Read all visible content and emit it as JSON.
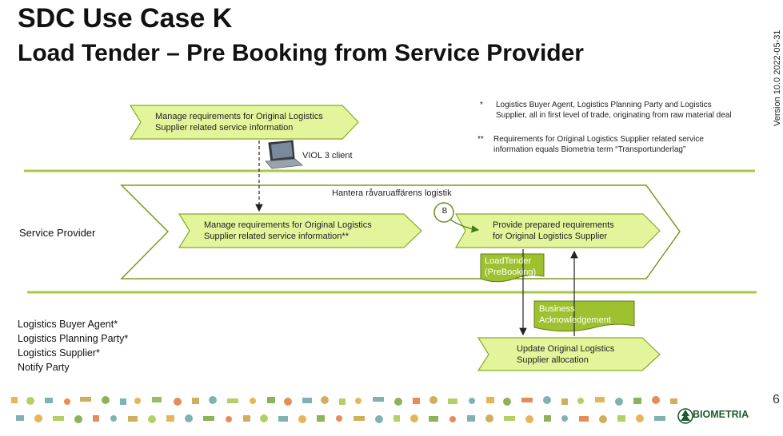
{
  "slide": {
    "title": "SDC Use Case K",
    "subtitle": "Load Tender – Pre Booking from Service Provider",
    "version": "Version 10.0  2022-05-31",
    "page_number": "6"
  },
  "notes": [
    {
      "marker": "*",
      "text_lines": [
        "Logistics Buyer Agent, Logistics Planning Party and Logistics",
        "Supplier, all in first level of trade, originating from raw material deal"
      ]
    },
    {
      "marker": "**",
      "text_lines": [
        "Requirements for Original Logistics Supplier related service",
        "information equals Biometria term “Transportunderlag”"
      ]
    }
  ],
  "top_process": {
    "lines": [
      "Manage requirements for Original Logistics",
      "Supplier related service information"
    ]
  },
  "client": {
    "label": "VIOL 3 client"
  },
  "lanes": {
    "service_provider": "Service Provider",
    "roles": [
      "Logistics Buyer Agent*",
      "Logistics Planning Party*",
      "Logistics Supplier*",
      "Notify Party"
    ]
  },
  "big_process": {
    "label": "Hantera råvaruaffärens logistik"
  },
  "process_1": {
    "lines": [
      "Manage requirements for Original Logistics",
      "Supplier related service information**"
    ]
  },
  "process_2": {
    "lines": [
      "Provide prepared requirements",
      "for Original Logistics Supplier"
    ]
  },
  "process_3": {
    "lines": [
      "Update Original Logistics",
      "Supplier allocation"
    ]
  },
  "event_b": {
    "label": "B"
  },
  "docs": {
    "load_tender": [
      "LoadTender",
      "(PreBooking)"
    ],
    "business_ack": [
      "Business",
      "Acknowledgement"
    ]
  },
  "footer": {
    "brand": "BIOMETRIA"
  },
  "colors": {
    "lane_line": "#a8c84a",
    "process_fill": "#e3f59a",
    "process_stroke": "#8aa82a",
    "doc_fill": "#9ec22f",
    "big_stroke": "#7a9a20"
  }
}
